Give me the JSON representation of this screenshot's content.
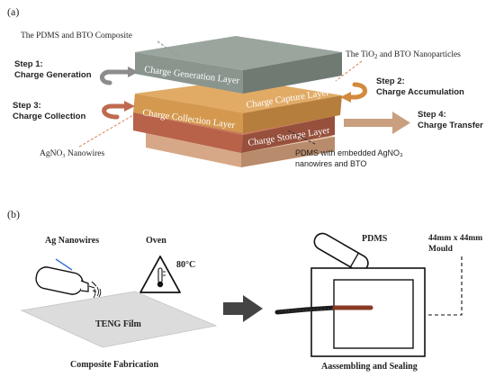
{
  "panel_a": {
    "label": "(a)",
    "callouts": {
      "composite": "The PDMS and BTO Composite",
      "nanoparticles_pre": "The TiO",
      "nanoparticles_sub": "2",
      "nanoparticles_post": " and BTO Nanoparticles",
      "nanowires": "AgNO₃ Nanowires",
      "storage_line1": "PDMS with embedded AgNO₃",
      "storage_line2": "nanowires and BTO"
    },
    "layers": {
      "generation": "Charge Generation Layer",
      "capture": "Charge Capture Layer",
      "collection": "Charge Collection Layer",
      "storage": "Charge Storage Layer"
    },
    "steps": {
      "step1_title": "Step 1:",
      "step1_text": "Charge Generation",
      "step2_title": "Step 2:",
      "step2_text": "Charge Accumulation",
      "step3_title": "Step 3:",
      "step3_text": "Charge Collection",
      "step4_title": "Step 4:",
      "step4_text": "Charge Transfer"
    },
    "colors": {
      "generation": "#8f9b93",
      "capture": "#d49a55",
      "collection": "#b8624a",
      "storage": "#d8aa86",
      "gray_arrow": "#8c8c8c",
      "orange_arrow": "#d28a3c",
      "red_arrow": "#bf6a4e",
      "tan_arrow": "#c99f80",
      "callout_line": "#e0966a"
    }
  },
  "panel_b": {
    "label": "(b)",
    "ag_nanowires": "Ag Nanowires",
    "oven": "Oven",
    "temperature": "80°C",
    "teng_film": "TENG Film",
    "composite_fabrication": "Composite Fabrication",
    "pdms": "PDMS",
    "mould_line1": "44mm x 44mm",
    "mould_line2": "Mould",
    "assembling": "Aassembling and Sealing"
  }
}
